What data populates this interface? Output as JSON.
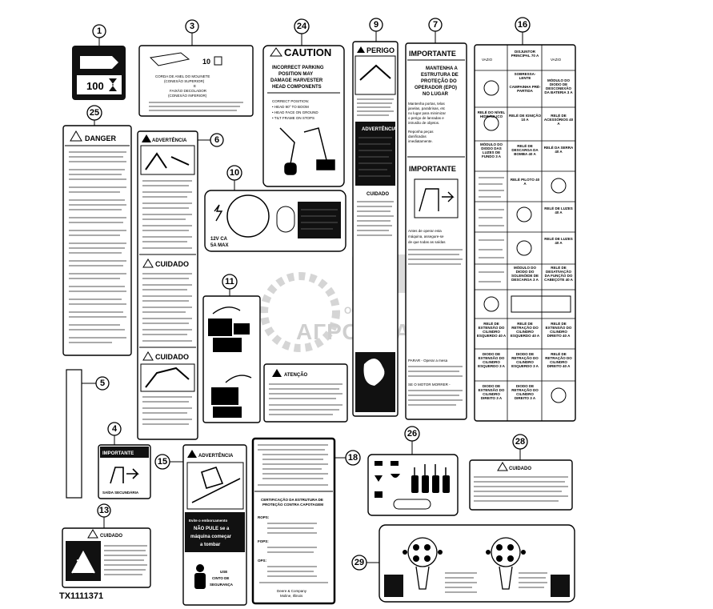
{
  "figure": {
    "id": "TX1111371"
  },
  "watermark": {
    "company": "ООО",
    "brand": "АГРОСНАБ"
  },
  "decals": {
    "d1": {
      "callout": "1",
      "value": "100"
    },
    "d3": {
      "callout": "3",
      "value": "10",
      "line1": "CORDA DE ANEL DO MOLINETE",
      "line2": "(CONEXÃO SUPERIOR)",
      "line3": "E",
      "line4": "FAIXÃO DECOLADOR",
      "line5": "(CONEXÃO INFERIOR)"
    },
    "d24": {
      "callout": "24",
      "title": "CAUTION",
      "msg1": "INCORRECT PARKING",
      "msg2": "POSITION MAY",
      "msg3": "DAMAGE HARVESTER",
      "msg4": "HEAD COMPONENTS",
      "pos0": "CORRECT POSITION:",
      "pos1": "• HEAD 90° TO BOOM",
      "pos2": "• HEAD FACE ON GROUND",
      "pos3": "• TILT FRAME ON STOPS"
    },
    "d9": {
      "callout": "9",
      "title": "PERIGO",
      "s2": "ADVERTÊNCIA",
      "s3": "CUIDADO"
    },
    "d7": {
      "callout": "7",
      "title": "IMPORTANTE",
      "l1": "MANTENHA A",
      "l2": "ESTRUTURA DE",
      "l3": "PROTEÇÃO DO",
      "l4": "OPERADOR (EPO)",
      "l5": "NO LUGAR",
      "b1": "Mantenha portas, telas",
      "b2": "janelas, parabrisas, etc",
      "b3": "no lugar para minimizar",
      "b4": "o perigo de lanradas e",
      "b5": "intrusão de objetos.",
      "b6": "Reponha peças",
      "b7": "danificadas",
      "b8": "imediatamente.",
      "title2": "IMPORTANTE",
      "c1": "Antes de operar esta",
      "c2": "máquina, assegure-se",
      "c3": "de que todas as saídas",
      "d1": "PARAR - Operar a mesa",
      "d2": "SE O MOTOR MORRER -"
    },
    "d16": {
      "callout": "16",
      "h1": "VAZIO",
      "h2": "DISJUNTOR PRINCIPAL 70 A",
      "h3": "VAZIO",
      "r1": "SOBRESSA-LENTE",
      "r2": "CAMPAINHA PRÉ-PARTIDA",
      "r3": "MÓDULO DO DIODO DE DESCONEXÃO DA BATERIA 3 A",
      "r4": "RELÉ DO NÍVEL HIDRÁULICO",
      "r5": "RELÉ DE IGNIÇÃO 10 A",
      "r6": "RELÉ DE ACESSÓRIOS 40 A",
      "r7": "MÓDULO DO DIODO DAS LUZES DE FUNDO 3 A",
      "r8": "RELÉ DE DESCARGA DA BOMBA 40 A",
      "r9": "RELÉ DA SERRA 40 A",
      "r10": "RELÉ PILOTO 40 A",
      "r11": "RELÉ DE LUZES 40 A",
      "r12": "RELÉ DE LUZES 40 A",
      "r13": "MÓDULO DO DIODO DO SOLENÓIDE DE DESCARGA 3 A",
      "r14": "RELÉ DE DESATIVAÇÃO DA FUNÇÃO DO CABEÇOTE 40 A",
      "r15": "RELÉ DE EXTENSÃO DO CILINDRO ESQUERDO 40 A",
      "r16": "RELÉ DE RETRAÇÃO DO CILINDRO ESQUERDO 40 A",
      "r17": "RELÉ DE EXTENSÃO DO CILINDRO DIREITO 40 A",
      "r18": "DIODO DE EXTENSÃO DO CILINDRO ESQUERDO 3 A",
      "r19": "DIODO DE RETRAÇÃO DO CILINDRO ESQUERDO 3 A",
      "r20": "RELÉ DE RETRAÇÃO DO CILINDRO DIREITO 40 A",
      "r21": "DIODO DE EXTENSÃO DO CILINDRO DIREITO 3 A",
      "r22": "DIODO DE RETRAÇÃO DO CILINDRO DIREITO 3 A"
    },
    "d25": {
      "callout": "25",
      "title": "DANGER"
    },
    "d6": {
      "callout": "6",
      "title": "ADVERTÊNCIA",
      "s2": "CUIDADO",
      "s3": "CUIDADO"
    },
    "d10": {
      "callout": "10",
      "volt1": "12V CA",
      "volt2": "5A MAX"
    },
    "d11": {
      "callout": "11"
    },
    "d22": {
      "title": "ATENÇÃO"
    },
    "d5": {
      "callout": "5"
    },
    "d4": {
      "callout": "4",
      "title": "IMPORTANTE",
      "caption": "SAÍDA SECUNDÁRIA"
    },
    "d15": {
      "callout": "15",
      "title": "ADVERTÊNCIA",
      "m1": "Evite o emborcamento",
      "m2": "NÃO PULE se a",
      "m3": "máquina começar",
      "m4": "a tombar",
      "u1": "USE",
      "u2": "CINTO DE",
      "u3": "SEGURANÇA"
    },
    "d18": {
      "callout": "18",
      "t1": "CERTIFICAÇÃO DA ESTRUTURA DE",
      "t2": "PROTEÇÃO CONTRA CAPOTAGEM",
      "k1": "ROPS:",
      "k2": "FOPS:",
      "k3": "OPS:",
      "f1": "Deere & Company",
      "f2": "Moline, Illinois"
    },
    "d26": {
      "callout": "26"
    },
    "d28": {
      "callout": "28",
      "title": "CUIDADO"
    },
    "d13": {
      "callout": "13",
      "title": "CUIDADO"
    },
    "d29": {
      "callout": "29"
    }
  }
}
